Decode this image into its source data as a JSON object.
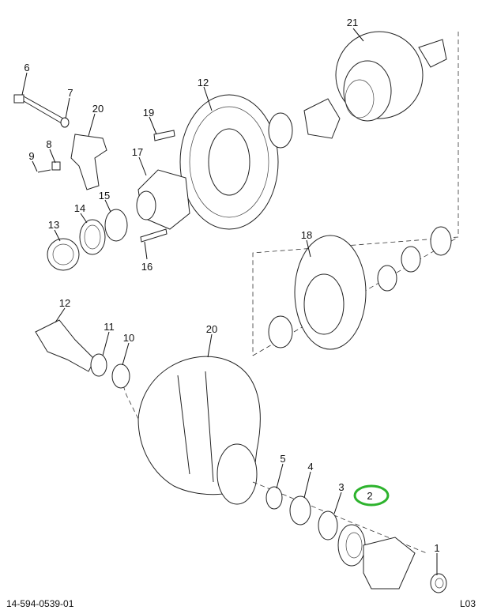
{
  "diagram": {
    "part_number": "14-594-0539-01",
    "sheet_code": "L03",
    "highlight_color": "#2db32d",
    "callouts": [
      {
        "label": "6"
      },
      {
        "label": "7"
      },
      {
        "label": "20"
      },
      {
        "label": "19"
      },
      {
        "label": "12"
      },
      {
        "label": "21"
      },
      {
        "label": "17"
      },
      {
        "label": "8"
      },
      {
        "label": "9"
      },
      {
        "label": "15"
      },
      {
        "label": "14"
      },
      {
        "label": "13"
      },
      {
        "label": "16"
      },
      {
        "label": "18"
      },
      {
        "label": "12"
      },
      {
        "label": "11"
      },
      {
        "label": "10"
      },
      {
        "label": "20"
      },
      {
        "label": "5"
      },
      {
        "label": "4"
      },
      {
        "label": "3"
      },
      {
        "label": "2"
      },
      {
        "label": "1"
      }
    ]
  }
}
